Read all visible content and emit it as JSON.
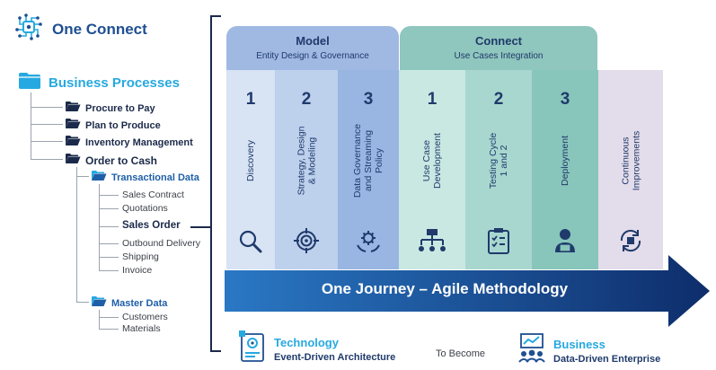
{
  "brand": {
    "name": "One Connect",
    "icon": "cpu-network-icon"
  },
  "business_processes": {
    "title": "Business Processes",
    "items": [
      {
        "label": "Procure to Pay"
      },
      {
        "label": "Plan to Produce"
      },
      {
        "label": "Inventory Management"
      },
      {
        "label": "Order to Cash"
      }
    ],
    "transactional": {
      "label": "Transactional Data",
      "items": [
        "Sales Contract",
        "Quotations",
        "Sales Order",
        "Outbound Delivery",
        "Shipping",
        "Invoice"
      ],
      "highlighted": "Sales Order"
    },
    "master": {
      "label": "Master Data",
      "items": [
        "Customers",
        "Materials"
      ]
    }
  },
  "groups": {
    "model": {
      "title": "Model",
      "subtitle": "Entity Design & Governance"
    },
    "connect": {
      "title": "Connect",
      "subtitle": "Use Cases Integration"
    }
  },
  "columns": [
    {
      "num": "1",
      "label": "Discovery",
      "icon": "magnifier-icon",
      "bg": "#d8e3f4"
    },
    {
      "num": "2",
      "label": "Strategy, Design\n& Modeling",
      "icon": "target-icon",
      "bg": "#bdd0ec"
    },
    {
      "num": "3",
      "label": "Data Governance\nand Streaming\nPolicy",
      "icon": "gear-hands-icon",
      "bg": "#99b6e2"
    },
    {
      "num": "1",
      "label": "Use Case\nDevelopment",
      "icon": "hierarchy-icon",
      "bg": "#c9e8e2"
    },
    {
      "num": "2",
      "label": "Testing Cycle\n1 and 2",
      "icon": "checklist-icon",
      "bg": "#a8d7cf"
    },
    {
      "num": "3",
      "label": "Deployment",
      "icon": "developer-icon",
      "bg": "#88c5bb"
    },
    {
      "num": "",
      "label": "Continuous\nImprovements",
      "icon": "cycle-box-icon",
      "bg": "#e3dcea"
    }
  ],
  "banner": {
    "text": "One Journey – Agile Methodology"
  },
  "footer": {
    "technology": {
      "title": "Technology",
      "subtitle": "Event-Driven Architecture"
    },
    "connector": "To Become",
    "business": {
      "title": "Business",
      "subtitle": "Data-Driven Enterprise"
    }
  },
  "colors": {
    "brand": "#1f4f91",
    "accent": "#26a9e0",
    "model_header": "#9fb9e3",
    "connect_header": "#8fc6bd",
    "arrow_dark": "#0e2d6b",
    "arrow_light": "#2a78c4"
  }
}
